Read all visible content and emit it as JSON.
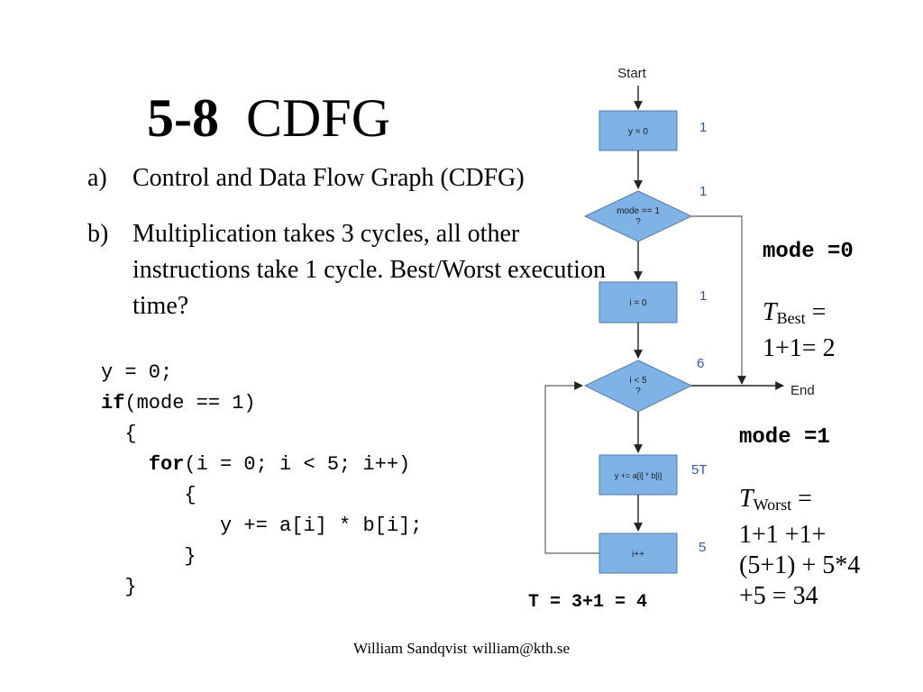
{
  "slide": {
    "title_number": "5-8",
    "title_text": "CDFG",
    "items": [
      {
        "label": "a)",
        "text": "Control and Data Flow Graph (CDFG)"
      },
      {
        "label": "b)",
        "text": "Multiplication takes 3 cycles, all other instructions take 1 cycle. Best/Worst execution time?"
      }
    ],
    "code": {
      "line1": "y = 0;",
      "line2_kw": "if",
      "line2_rest": "(mode == 1)",
      "line3": "{",
      "line4_kw": "for",
      "line4_rest": "(i = 0; i < 5; i++)",
      "line5": "{",
      "line6": "y += a[i] * b[i];",
      "line7": "}",
      "line8": "}"
    },
    "mode0_label": "mode =0",
    "tbest": {
      "T": "T",
      "sub": "Best",
      "eq": " =",
      "formula": "1+1= 2"
    },
    "mode1_label": "mode =1",
    "tworst": {
      "T": "T",
      "sub": "Worst",
      "eq": " =",
      "line1": "1+1 +1+",
      "line2": "(5+1) + 5*4",
      "line3": "+5 = 34"
    },
    "t_formula": "T = 3+1 = 4",
    "footer": {
      "name": "William Sandqvist",
      "email": "william@kth.se"
    }
  },
  "flowchart": {
    "start_label": "Start",
    "end_label": "End",
    "nodes": {
      "y0": {
        "label": "y = 0",
        "cost": "1"
      },
      "mode_check": {
        "label_line1": "mode == 1",
        "label_line2": "?",
        "cost": "1"
      },
      "i0": {
        "label": "i = 0",
        "cost": "1"
      },
      "i_check": {
        "label_line1": "i < 5",
        "label_line2": "?",
        "cost": "6"
      },
      "mac": {
        "label": "y += a[i] * b[i]",
        "cost": "5T"
      },
      "inc": {
        "label": "i++",
        "cost": "5"
      }
    },
    "colors": {
      "box_fill": "#7fb2e5",
      "box_stroke": "#4a7fb5",
      "cost_color": "#2b57c8",
      "arrow": "#222222",
      "line": "#7a7a7a"
    }
  }
}
